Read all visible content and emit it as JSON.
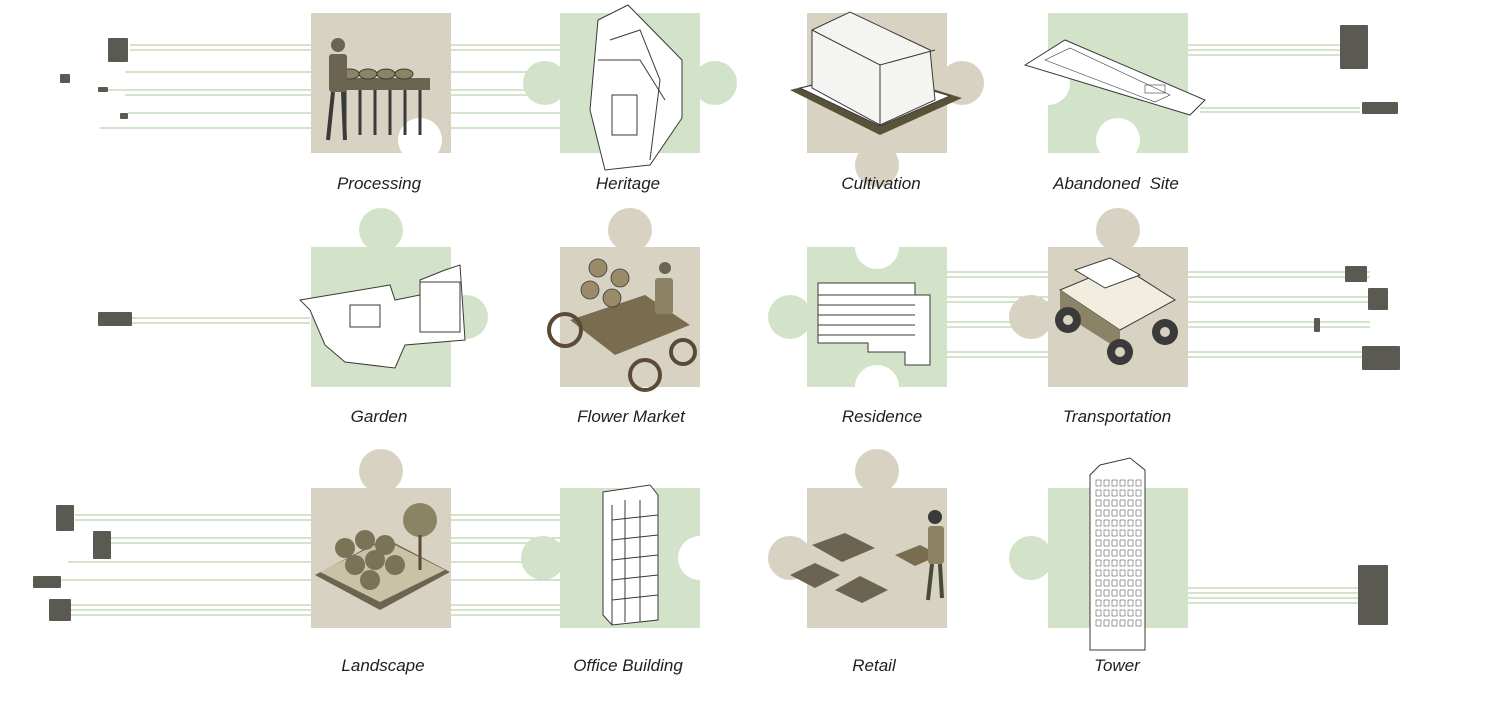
{
  "colors": {
    "tan": "#d8d2c2",
    "green": "#d3e3c9",
    "line": "#a8c99a",
    "illustration": "#6b6450",
    "outline": "#3a3a3a",
    "text": "#1f1f1f"
  },
  "pieces": [
    {
      "label": "Processing",
      "color": "tan",
      "icon": "person-at-table-icon"
    },
    {
      "label": "Heritage",
      "color": "green",
      "icon": "heritage-building-icon"
    },
    {
      "label": "Cultivation",
      "color": "tan",
      "icon": "greenhouse-icon"
    },
    {
      "label": "Abandoned  Site",
      "color": "green",
      "icon": "site-plan-icon"
    },
    {
      "label": "Garden",
      "color": "green",
      "icon": "garden-plan-icon"
    },
    {
      "label": "Flower Market",
      "color": "tan",
      "icon": "flower-cart-icon"
    },
    {
      "label": "Residence",
      "color": "green",
      "icon": "residence-block-icon"
    },
    {
      "label": "Transportation",
      "color": "tan",
      "icon": "utility-vehicle-icon"
    },
    {
      "label": "Landscape",
      "color": "tan",
      "icon": "trees-plot-icon"
    },
    {
      "label": "Office Building",
      "color": "green",
      "icon": "office-tower-icon"
    },
    {
      "label": "Retail",
      "color": "tan",
      "icon": "vendor-crates-icon"
    },
    {
      "label": "Tower",
      "color": "green",
      "icon": "tower-plan-icon"
    }
  ]
}
